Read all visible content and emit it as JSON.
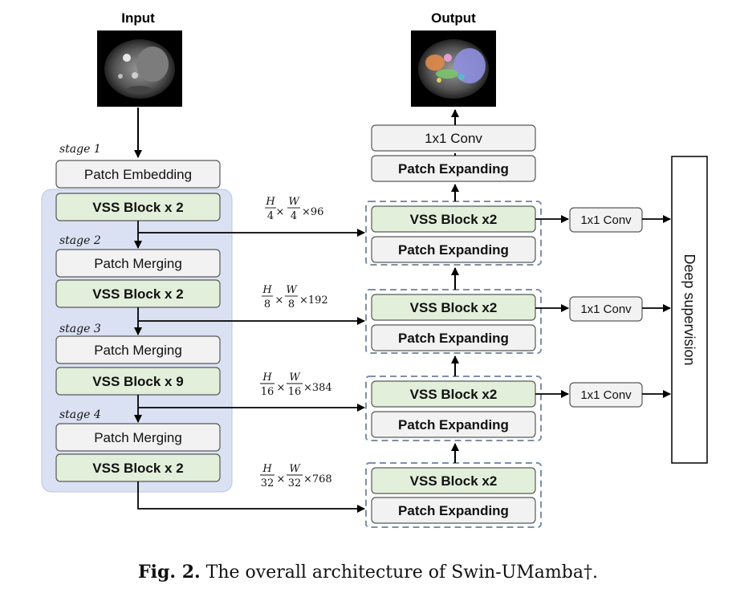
{
  "titles": {
    "input": "Input",
    "output": "Output"
  },
  "encoder": {
    "patch_embedding": "Patch Embedding",
    "stages": [
      {
        "label": "stage 1",
        "block": "VSS Block x 2"
      },
      {
        "label": "stage 2",
        "merge": "Patch Merging",
        "block": "VSS Block x 2"
      },
      {
        "label": "stage 3",
        "merge": "Patch Merging",
        "block": "VSS Block x 9"
      },
      {
        "label": "stage 4",
        "merge": "Patch Merging",
        "block": "VSS Block x 2"
      }
    ]
  },
  "skip_dims": [
    {
      "h": "H",
      "hd": "4",
      "w": "W",
      "wd": "4",
      "c": "×96"
    },
    {
      "h": "H",
      "hd": "8",
      "w": "W",
      "wd": "8",
      "c": "×192"
    },
    {
      "h": "H",
      "hd": "16",
      "w": "W",
      "wd": "16",
      "c": "×384"
    },
    {
      "h": "H",
      "hd": "32",
      "w": "W",
      "wd": "32",
      "c": "×768"
    }
  ],
  "times_symbol": "×",
  "decoder": {
    "conv_out": "1x1 Conv",
    "top_expanding": "Patch Expanding",
    "groups": [
      {
        "block": "VSS Block x2",
        "expand": "Patch Expanding"
      },
      {
        "block": "VSS Block x2",
        "expand": "Patch Expanding"
      },
      {
        "block": "VSS Block x2",
        "expand": "Patch Expanding"
      },
      {
        "block": "VSS Block x2",
        "expand": "Patch Expanding"
      }
    ],
    "side_conv": "1x1 Conv"
  },
  "deep_supervision": "Deep supervision",
  "caption": {
    "prefix": "Fig. 2.",
    "text": " The overall architecture of Swin-UMamba†."
  },
  "colors": {
    "green_fill": "#e2efda",
    "gray_fill": "#f2f2f2",
    "encoder_bg": "#dae1f3",
    "encoder_border": "#b4c7e7",
    "dash": "#7f8fa6",
    "border": "#595959"
  }
}
